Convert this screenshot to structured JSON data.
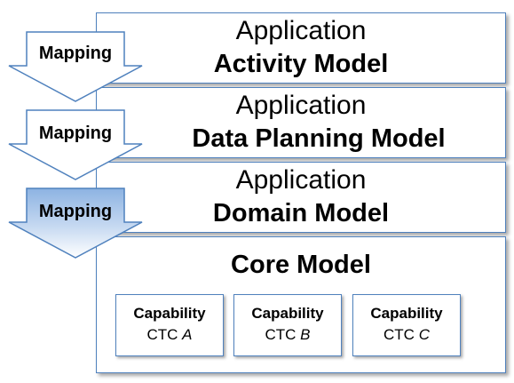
{
  "layers": {
    "activity": {
      "line1": "Application",
      "line2": "Activity Model"
    },
    "data_planning": {
      "line1": "Application",
      "line2": "Data Planning Model"
    },
    "domain": {
      "line1": "Application",
      "line2": "Domain Model"
    },
    "core": {
      "title": "Core Model",
      "capabilities": [
        {
          "name": "Capability",
          "prefix": "CTC",
          "id": "A"
        },
        {
          "name": "Capability",
          "prefix": "CTC",
          "id": "B"
        },
        {
          "name": "Capability",
          "prefix": "CTC",
          "id": "C"
        }
      ]
    }
  },
  "arrows": [
    {
      "label": "Mapping"
    },
    {
      "label": "Mapping"
    },
    {
      "label": "Mapping"
    }
  ],
  "colors": {
    "border": "#4f81bd",
    "arrow_fill_top": "#ffffff",
    "arrow_fill_bottom": "#8db3e2"
  }
}
